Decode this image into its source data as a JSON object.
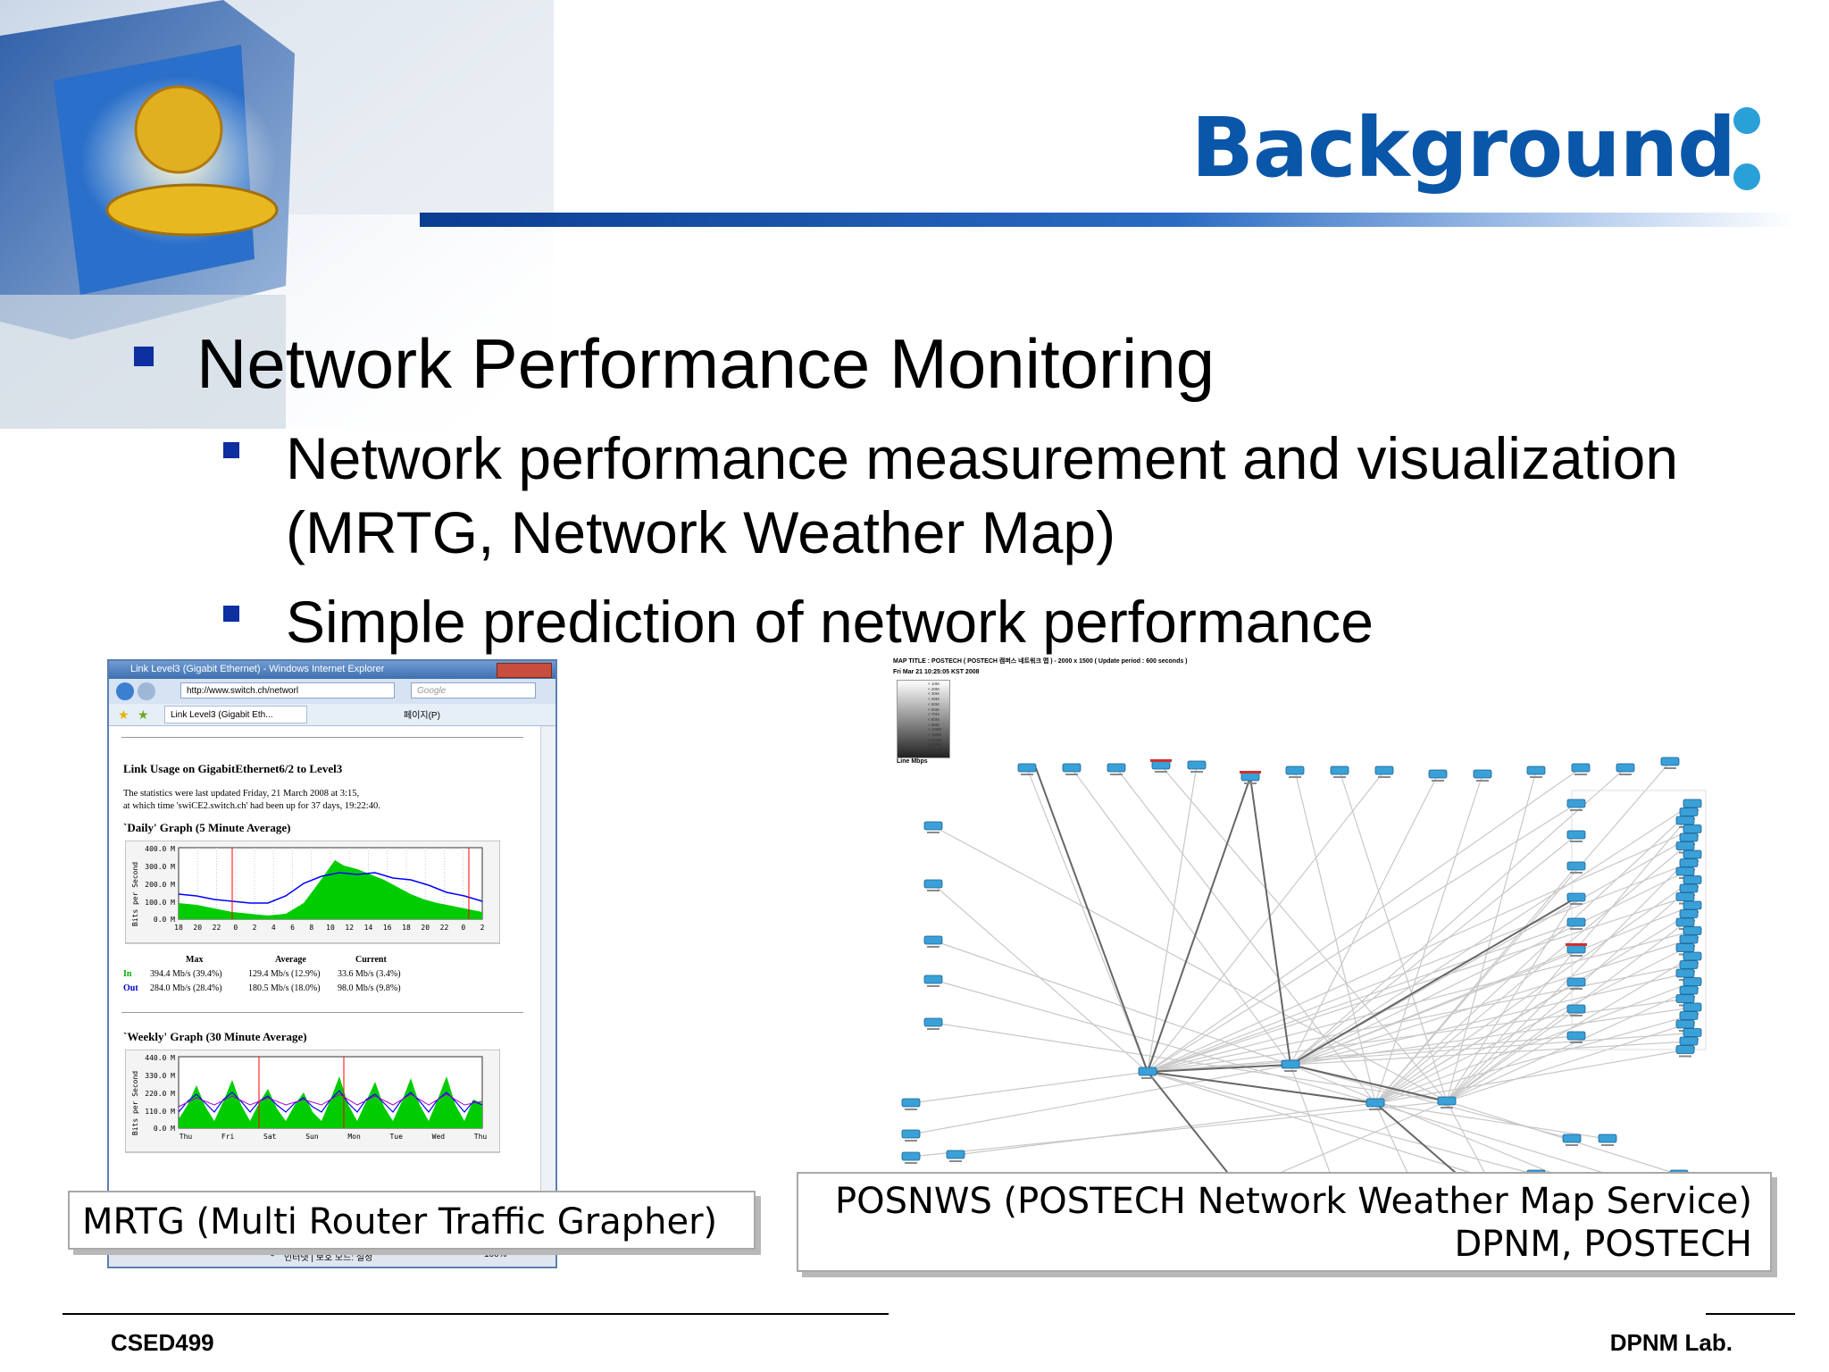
{
  "slide": {
    "title": "Background",
    "bullets": [
      {
        "text": "Network Performance Monitoring"
      },
      {
        "text": "Network performance measurement and visualization"
      },
      {
        "text": "(MRTG, Network Weather Map)"
      },
      {
        "text": "Simple prediction of network performance"
      }
    ],
    "footer_left": "CSED499",
    "footer_right": "DPNM Lab."
  },
  "mrtg_window": {
    "title": "Link Level3 (Gigabit Ethernet) - Windows Internet Explorer",
    "url": "http://www.switch.ch/networl",
    "search_placeholder": "Google",
    "tab_label": "Link Level3 (Gigabit Eth...",
    "page_menu": "페이지(P)",
    "heading": "Link Usage on GigabitEthernet6/2 to Level3",
    "stats_line1": "The statistics were last updated Friday, 21 March 2008 at 3:15,",
    "stats_line2": "at which time 'swiCE2.switch.ch' had been up for 37 days, 19:22:40.",
    "daily_heading": "`Daily' Graph (5 Minute Average)",
    "weekly_heading": "`Weekly' Graph (30 Minute Average)",
    "y_axis_label": "Bits per Second",
    "daily_y_ticks": [
      "400.0 M",
      "300.0 M",
      "200.0 M",
      "100.0 M",
      "0.0 M"
    ],
    "daily_x_ticks": [
      "18",
      "20",
      "22",
      "0",
      "2",
      "4",
      "6",
      "8",
      "10",
      "12",
      "14",
      "16",
      "18",
      "20",
      "22",
      "0",
      "2"
    ],
    "weekly_y_ticks": [
      "440.0 M",
      "330.0 M",
      "220.0 M",
      "110.0 M",
      "0.0 M"
    ],
    "weekly_x_ticks": [
      "Thu",
      "Fri",
      "Sat",
      "Sun",
      "Mon",
      "Tue",
      "Wed",
      "Thu"
    ],
    "stats_headers": [
      "Max",
      "Average",
      "Current"
    ],
    "stats_rows": [
      {
        "label": "In",
        "max": "394.4 Mb/s (39.4%)",
        "avg": "129.4 Mb/s (12.9%)",
        "cur": "33.6 Mb/s (3.4%)"
      },
      {
        "label": "Out",
        "max": "284.0 Mb/s (28.4%)",
        "avg": "180.5 Mb/s (18.0%)",
        "cur": "98.0 Mb/s (9.8%)"
      }
    ],
    "status_text": "인터넷 | 보호 모드: 설정",
    "zoom": "100%"
  },
  "weather_map": {
    "map_title": "MAP TITLE : POSTECH ( POSTECH 캠퍼스 네트워크 맵 ) - 2000 x 1500 ( Update period : 600 seconds )",
    "timestamp": "Fri Mar 21 10:25:05 KST 2008",
    "legend_items": [
      "< 10M",
      "< 20M",
      "< 30M",
      "< 40M",
      "< 50M",
      "< 60M",
      "< 70M",
      "< 80M",
      "< 90M",
      "< 100M",
      "< 110M",
      "< 120M",
      "< 130M",
      "< 140M"
    ],
    "legend_caption": "Line Mbps"
  },
  "captions": {
    "mrtg": "MRTG (Multi Router Traffic Grapher)",
    "posnws_line1": "POSNWS (POSTECH Network Weather Map Service)",
    "posnws_line2": "DPNM, POSTECH"
  },
  "colors": {
    "title": "#0a56a8",
    "bullet": "#0d2fa0",
    "mrtg_in": "#00cc00",
    "mrtg_out": "#0000ff",
    "router_icon": "#3aa0d8"
  }
}
